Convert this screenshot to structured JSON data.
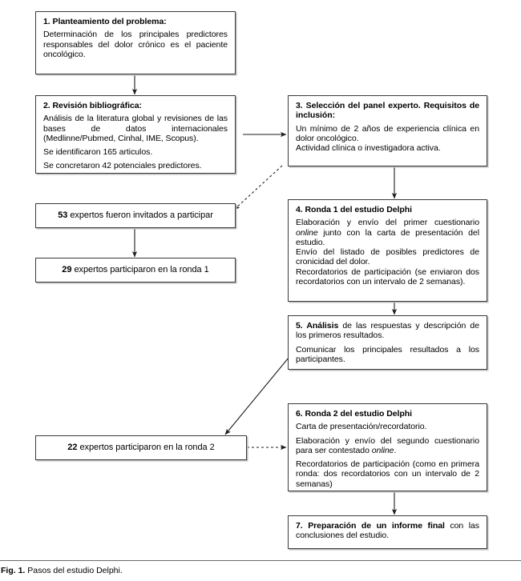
{
  "figure": {
    "caption_label": "Fig. 1.",
    "caption_text": "Pasos del estudio Delphi."
  },
  "boxes": {
    "step1": {
      "title": "1. Planteamiento del problema:",
      "body": "Determinación de los principales predictores responsables del dolor crónico es el paciente oncológico."
    },
    "step2": {
      "title": "2. Revisión bibliográfica:",
      "line1": "Análisis de la literatura global y revisiones de las bases de datos internacionales (Medlinne/Pubmed, Cinhal, IME, Scopus).",
      "line2": "Se identificaron 165 articulos.",
      "line3": "Se concretaron 42 potenciales predictores."
    },
    "step3": {
      "title": "3. Selección del panel experto. Requisitos de inclusión:",
      "line1": "Un mínimo de 2 años de experiencia clínica en dolor oncológico.",
      "line2": "Actividad clínica o investigadora activa."
    },
    "step4": {
      "title": "4. Ronda 1 del estudio Delphi",
      "line1_pre": "Elaboración y envío del primer cuestionario ",
      "line1_em": "online",
      "line1_post": " junto con la carta de presentación del estudio.",
      "line2": "Envío del listado de posibles predictores de cronicidad del dolor.",
      "line3": "Recordatorios de participación (se enviaron dos recordatorios con un intervalo de 2 semanas)."
    },
    "step5": {
      "title_num": "5. Análisis",
      "title_rest": " de las respuestas y descripción de los primeros resultados.",
      "line2": "Comunicar los principales resultados a los participantes."
    },
    "step6": {
      "title": "6. Ronda 2 del estudio Delphi",
      "line1": "Carta de presentación/recordatorio.",
      "line2_pre": "Elaboración y envío del segundo cuestionario para ser contestado ",
      "line2_em": "online",
      "line2_post": ".",
      "line3": "Recordatorios de participación (como en primera ronda: dos recordatorios con un intervalo de 2 semanas)"
    },
    "step7": {
      "title_strong": "7. Preparación de un informe final",
      "title_rest": " con las conclusiones del estudio."
    },
    "invited": {
      "count": "53",
      "text": " expertos fueron invitados a participar"
    },
    "round1_participants": {
      "count": "29",
      "text": " expertos participaron en la ronda 1"
    },
    "round2_participants": {
      "count": "22",
      "text": " expertos participaron en la ronda 2"
    }
  },
  "connectors": [
    {
      "name": "step1-to-step2",
      "style": "solid-arrow"
    },
    {
      "name": "step2-to-step3",
      "style": "solid-arrow"
    },
    {
      "name": "step3-to-invited",
      "style": "dashed-arrow"
    },
    {
      "name": "step3-to-step4",
      "style": "solid-arrow"
    },
    {
      "name": "invited-to-round1-participants",
      "style": "solid-arrow"
    },
    {
      "name": "step4-to-step5",
      "style": "solid-arrow"
    },
    {
      "name": "step5-to-round2-participants",
      "style": "solid-arrow"
    },
    {
      "name": "round2-participants-to-step6",
      "style": "dashed-arrow"
    },
    {
      "name": "step6-to-step7",
      "style": "solid-arrow"
    }
  ],
  "colors": {
    "box_border": "#3a3a3a",
    "box_shadow": "#bdbdbd",
    "connector": "#1c1c1c",
    "background": "#ffffff"
  }
}
